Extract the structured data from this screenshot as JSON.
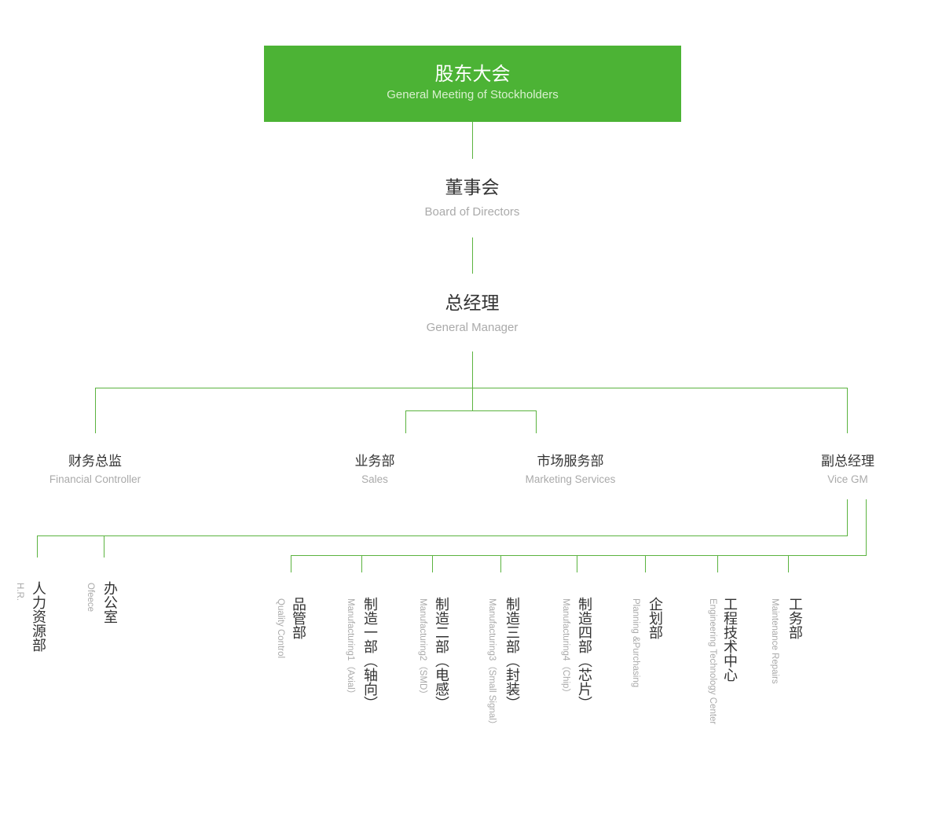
{
  "shareholders": {
    "zh": "股东大会",
    "en": "General Meeting of Stockholders"
  },
  "board": {
    "zh": "董事会",
    "en": "Board of Directors"
  },
  "gm": {
    "zh": "总经理",
    "en": "General Manager"
  },
  "level2": {
    "cfo": {
      "zh": "财务总监",
      "en": "Financial Controller"
    },
    "sales": {
      "zh": "业务部",
      "en": "Sales"
    },
    "marketing": {
      "zh": "市场服务部",
      "en": "Marketing Services"
    },
    "vgm": {
      "zh": "副总经理",
      "en": "Vice GM"
    }
  },
  "level3": {
    "hr": {
      "zh": "人力资源部",
      "en": "H.R."
    },
    "office": {
      "zh": "办公室",
      "en": "Ofeece"
    },
    "qc": {
      "zh": "品管部",
      "en": "Quality Control"
    },
    "m1": {
      "zh": "制造一部（轴向）",
      "en": "Manufacturing1（Axial）"
    },
    "m2": {
      "zh": "制造二部（电感）",
      "en": "Manufacturing2（SMD）"
    },
    "m3": {
      "zh": "制造三部（封装）",
      "en": "Manufacturing3（Small Signal）"
    },
    "m4": {
      "zh": "制造四部（芯片）",
      "en": "Manufacturing4（Chip）"
    },
    "planning": {
      "zh": "企划部",
      "en": "Planning &Purchasing"
    },
    "engineering": {
      "zh": "工程技术中心",
      "en": "Engineering Technology Center"
    },
    "maintenance": {
      "zh": "工务部",
      "en": "Maintenance Repairs"
    }
  },
  "colors": {
    "accent": "#4cb335",
    "line": "#5bb33f",
    "text": "#333333",
    "subtext": "#aaaaaa"
  }
}
